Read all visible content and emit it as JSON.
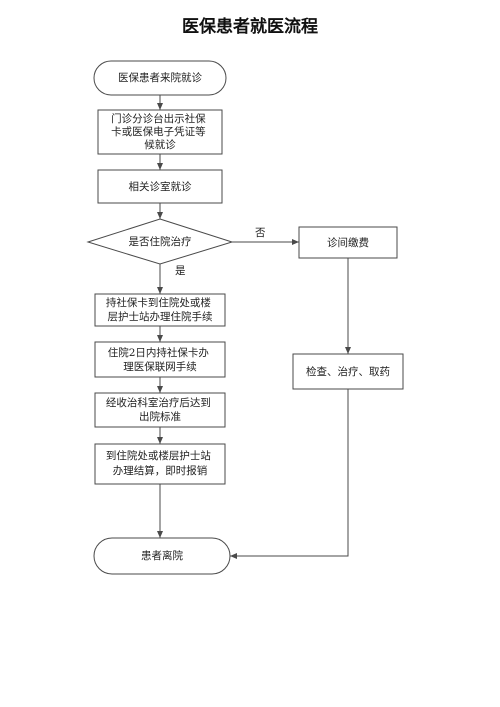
{
  "title": "医保患者就医流程",
  "nodes": {
    "start": [
      "医保患者来院就诊"
    ],
    "registration": [
      "门诊分诊台出示社保",
      "卡或医保电子凭证等",
      "候就诊"
    ],
    "consultation": [
      "相关诊室就诊"
    ],
    "decision": [
      "是否住院治疗"
    ],
    "outpatient_fee": [
      "诊间缴费"
    ],
    "admission": [
      "持社保卡到住院处或楼",
      "层护士站办理住院手续"
    ],
    "insurance_network": [
      "住院2日内持社保卡办",
      "理医保联网手续"
    ],
    "treatment": [
      "经收治科室治疗后达到",
      "出院标准"
    ],
    "checkout": [
      "到住院处或楼层护士站",
      "办理结算，即时报销"
    ],
    "exam": [
      "检查、治疗、取药"
    ],
    "end": [
      "患者离院"
    ]
  },
  "edge_labels": {
    "no": "否",
    "yes": "是"
  }
}
